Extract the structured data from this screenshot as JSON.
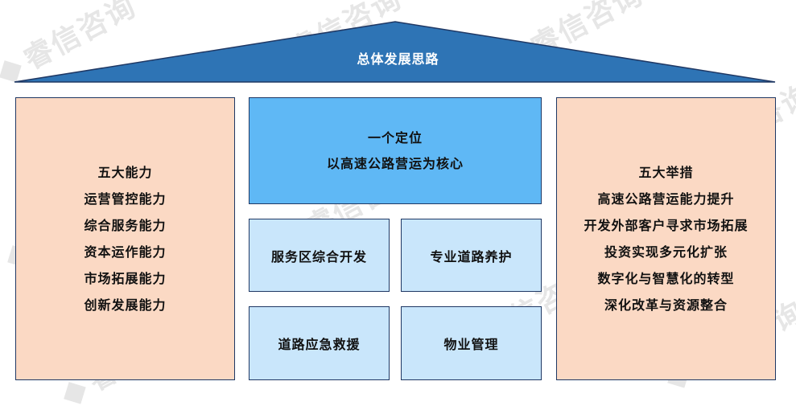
{
  "roof": {
    "title": "总体发展思路",
    "fill": "#2e74b5",
    "stroke": "#1f3864"
  },
  "left": {
    "title": "五大能力",
    "items": [
      "运营管控能力",
      "综合服务能力",
      "资本运作能力",
      "市场拓展能力",
      "创新发展能力"
    ]
  },
  "center": {
    "core": {
      "line1": "一个定位",
      "line2": "以高速公路营运为核心"
    },
    "cells": [
      "服务区综合开发",
      "专业道路养护",
      "道路应急救援",
      "物业管理"
    ]
  },
  "right": {
    "title": "五大举措",
    "items": [
      "高速公路营运能力提升",
      "开发外部客户寻求市场拓展",
      "投资实现多元化扩张",
      "数字化与智慧化的转型",
      "深化改革与资源整合"
    ]
  },
  "watermark": "睿信咨询",
  "colors": {
    "side": "#fbd9c4",
    "core": "#5fb8f5",
    "cell": "#c9e6fb",
    "border": "#1f3864"
  }
}
